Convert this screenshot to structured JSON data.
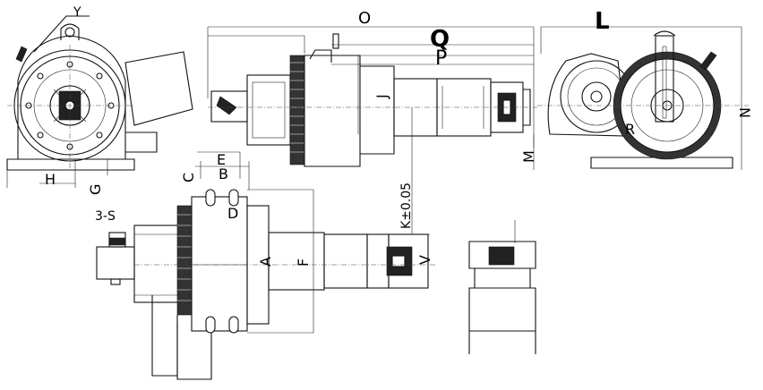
{
  "drawing": {
    "labels": {
      "Y": "Y",
      "O": "O",
      "Q": "Q",
      "P": "P",
      "L": "L",
      "N": "N",
      "J": "J",
      "M": "M",
      "R": "R",
      "E": "E",
      "B": "B",
      "C": "C",
      "D": "D",
      "H": "H",
      "G": "G",
      "K": "K±0.05",
      "S": "3-S",
      "A": "A",
      "F": "F",
      "V": "V"
    }
  }
}
